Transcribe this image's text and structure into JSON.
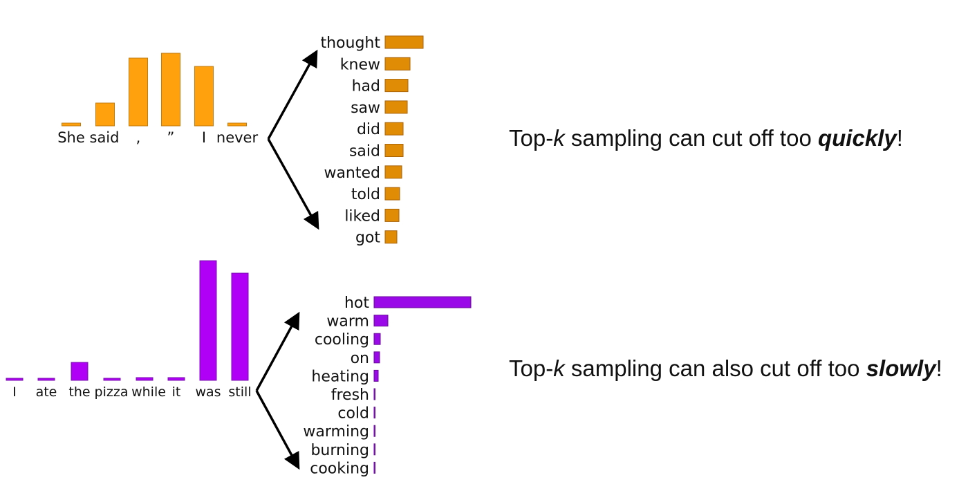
{
  "chart_data": [
    {
      "type": "bar",
      "categories": [
        "She",
        "said",
        ",",
        "”",
        "I",
        "never"
      ],
      "values": [
        0.4,
        3.3,
        9.8,
        10.5,
        8.6,
        0.4
      ],
      "colors": {
        "bar": "#FFA10C",
        "edge": "#C07A10"
      }
    },
    {
      "type": "bar",
      "orientation": "horizontal",
      "categories": [
        "thought",
        "knew",
        "had",
        "saw",
        "did",
        "said",
        "wanted",
        "told",
        "liked",
        "got"
      ],
      "values": [
        55,
        36,
        33,
        32,
        26,
        26,
        24,
        21,
        20,
        17
      ],
      "colors": {
        "bar": "#E18C05",
        "edge": "#A86207"
      }
    },
    {
      "type": "bar",
      "categories": [
        "I",
        "ate",
        "the",
        "pizza",
        "while",
        "it",
        "was",
        "still"
      ],
      "values": [
        0.3,
        0.3,
        2.6,
        0.3,
        0.4,
        0.4,
        17.3,
        15.5
      ],
      "colors": {
        "bar": "#B000F5",
        "edge": "#7A10B0"
      }
    },
    {
      "type": "bar",
      "orientation": "horizontal",
      "categories": [
        "hot",
        "warm",
        "cooling",
        "on",
        "heating",
        "fresh",
        "cold",
        "warming",
        "burning",
        "cooking"
      ],
      "values": [
        140,
        20,
        9,
        8,
        6,
        1.5,
        1.5,
        1.5,
        1.5,
        1.5
      ],
      "colors": {
        "bar": "#9A0AE8",
        "edge": "#6A0A9A"
      }
    }
  ],
  "captions": {
    "top": {
      "pre": "Top-",
      "k": "k",
      "mid": " sampling can cut off too ",
      "emph": "quickly",
      "end": "!"
    },
    "bottom": {
      "pre": "Top-",
      "k": "k",
      "mid": " sampling can also cut off too ",
      "emph": "slowly",
      "end": "!"
    }
  }
}
